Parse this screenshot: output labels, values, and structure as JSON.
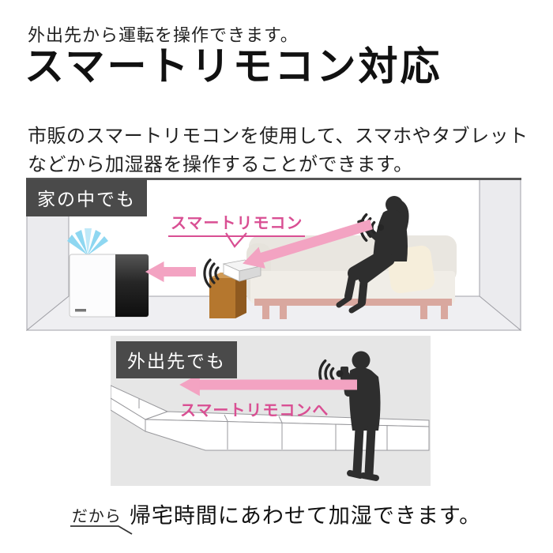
{
  "intro": {
    "lead": "外出先から運転を操作できます。",
    "title": "スマートリモコン対応",
    "description": "市販のスマートリモコンを使用して、スマホやタブレットなどから加湿器を操作することができます。"
  },
  "scene_home": {
    "label": "家の中でも",
    "callout": "スマートリモコン",
    "icons": [
      "wifi-signal-icon",
      "mist-icon",
      "left-arrow-icon",
      "diagonal-arrow-icon",
      "caret-pointer-icon"
    ]
  },
  "scene_away": {
    "label": "外出先でも",
    "callout": "スマートリモコンへ",
    "icons": [
      "wifi-signal-icon",
      "left-arrow-icon"
    ]
  },
  "footer": {
    "lead": "だから",
    "message": "帰宅時間にあわせて加湿できます。"
  },
  "colors": {
    "accent_text_pink": "#d94f93",
    "arrow_pink": "#f3a3c2",
    "label_background": "#4a4a4a",
    "scene_background": "#e6e6e6",
    "silhouette": "#2e2e2e",
    "mist_blue": "#8ed7f1",
    "wood_brown": "#b5772e",
    "sofa_beige": "#e9e6e0",
    "sofa_leg_pink": "#d9a89f"
  }
}
